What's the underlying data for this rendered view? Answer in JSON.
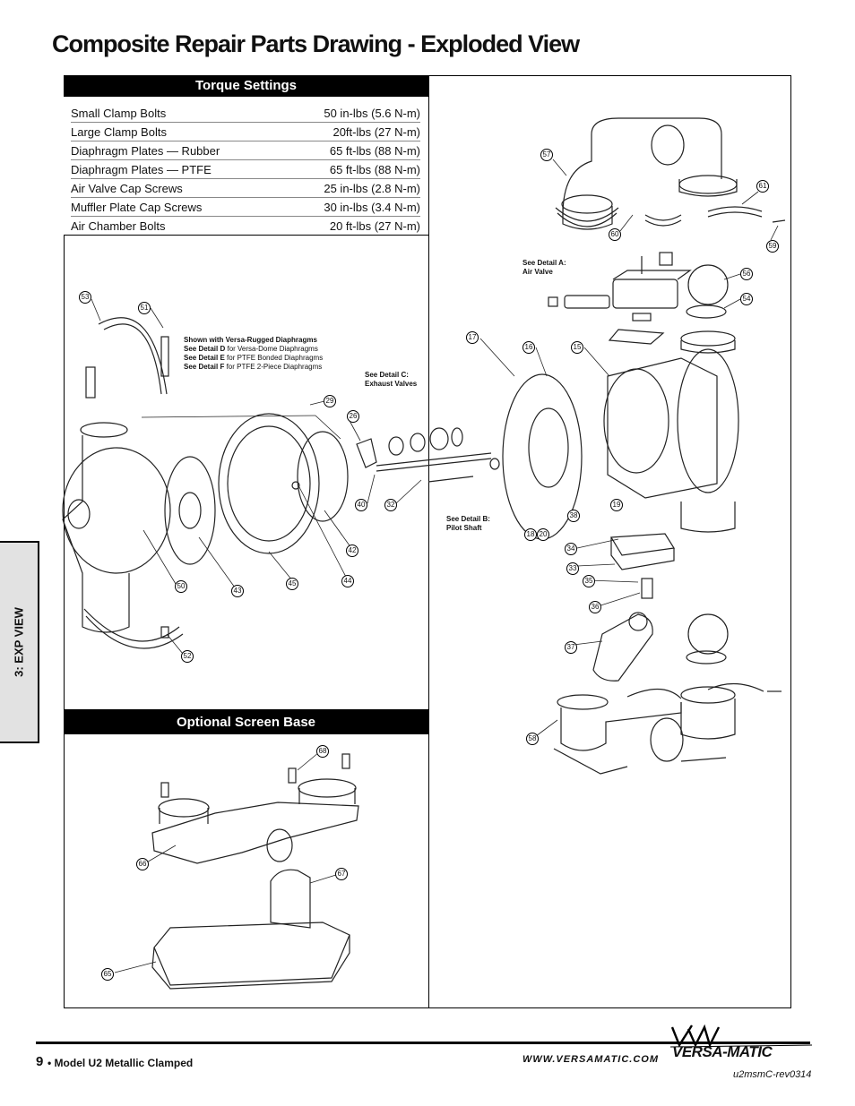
{
  "page": {
    "title": "Composite Repair Parts Drawing - Exploded View",
    "side_tab": "3: EXP VIEW",
    "page_number": "9",
    "model": "• Model U2 Metallic Clamped",
    "website": "WWW.VERSAMATIC.COM",
    "logo_text": "VERSA-MATIC",
    "revision": "u2msmC-rev0314"
  },
  "torque": {
    "heading": "Torque Settings",
    "rows": [
      {
        "label": "Small Clamp Bolts",
        "value": "50 in-lbs (5.6 N-m)"
      },
      {
        "label": "Large Clamp Bolts",
        "value": "20ft-lbs (27 N-m)"
      },
      {
        "label": "Diaphragm Plates — Rubber",
        "value": "65 ft-lbs (88 N-m)"
      },
      {
        "label": "Diaphragm Plates — PTFE",
        "value": "65 ft-lbs (88 N-m)"
      },
      {
        "label": "Air Valve Cap Screws",
        "value": "25 in-lbs (2.8 N-m)"
      },
      {
        "label": "Muffler Plate Cap Screws",
        "value": "30 in-lbs (3.4 N-m)"
      },
      {
        "label": "Air Chamber Bolts",
        "value": "20 ft-lbs (27 N-m)"
      }
    ]
  },
  "screen_base": {
    "heading": "Optional Screen Base"
  },
  "notes": {
    "detail_a_1": "See Detail A:",
    "detail_a_2": "Air Valve",
    "detail_b_1": "See Detail B:",
    "detail_b_2": "Pilot Shaft",
    "detail_c_1": "See Detail C:",
    "detail_c_2": "Exhaust Valves",
    "rugged": "Shown with Versa-Rugged Diaphragms",
    "d_bold": "See Detail D",
    "d_text": " for Versa-Dome Diaphragms",
    "e_bold": "See Detail E",
    "e_text": " for PTFE Bonded Diaphragms",
    "f_bold": "See Detail F",
    "f_text": " for PTFE 2-Piece Diaphragms"
  },
  "callouts": [
    "57",
    "61",
    "60",
    "59",
    "56",
    "54",
    "53",
    "51",
    "17",
    "16",
    "15",
    "29",
    "26",
    "40",
    "32",
    "19",
    "38",
    "18",
    "20",
    "42",
    "44",
    "45",
    "43",
    "50",
    "52",
    "34",
    "33",
    "35",
    "36",
    "37",
    "58",
    "68",
    "66",
    "67",
    "65"
  ]
}
